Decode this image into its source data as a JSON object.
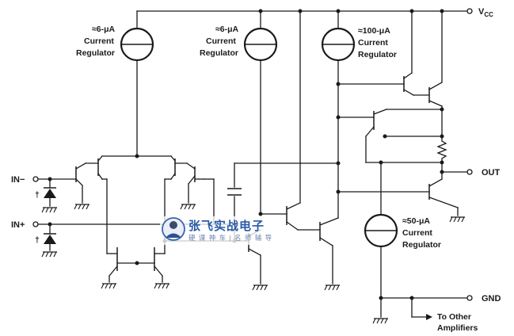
{
  "pins": {
    "vcc": "V",
    "vcc_sub": "CC",
    "in_minus": "IN−",
    "in_plus": "IN+",
    "out": "OUT",
    "gnd": "GND"
  },
  "regulators": [
    {
      "value": "≈6-μA",
      "line1": "Current",
      "line2": "Regulator"
    },
    {
      "value": "≈6-μA",
      "line1": "Current",
      "line2": "Regulator"
    },
    {
      "value": "≈100-μA",
      "line1": "Current",
      "line2": "Regulator"
    },
    {
      "value": "≈50-μA",
      "line1": "Current",
      "line2": "Regulator"
    }
  ],
  "diode_marks": {
    "upper": "†",
    "lower": "†"
  },
  "other_amps": {
    "line1": "To Other",
    "line2": "Amplifiers"
  },
  "watermark": {
    "title": "张飞实战电子",
    "subtitle": "硬 课 神 车 | 名 师 辅 导"
  }
}
